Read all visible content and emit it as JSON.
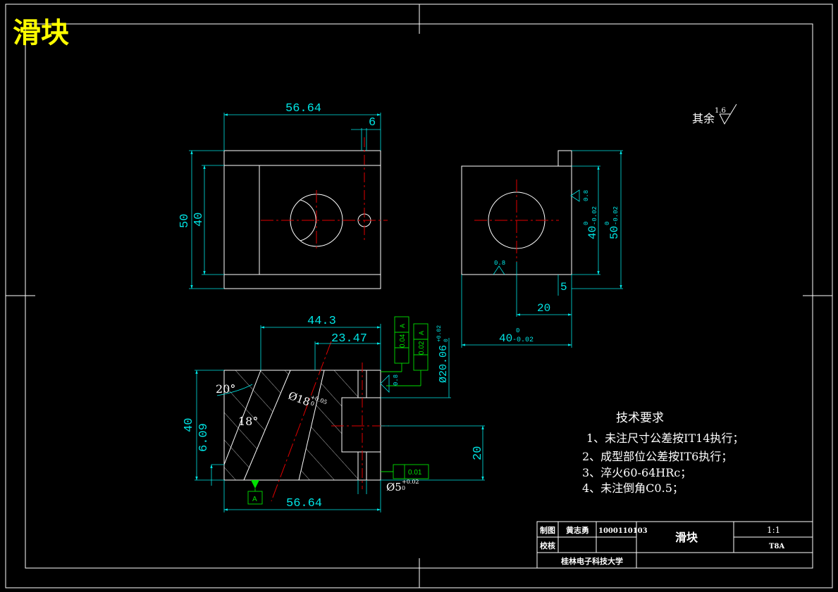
{
  "header_title": "滑块",
  "roughness_note": {
    "label": "其余",
    "value": "1.6"
  },
  "front_view": {
    "dim_width": "56.64",
    "dim_slot": "6",
    "dim_height_outer": "50",
    "dim_height_inner": "40"
  },
  "side_view": {
    "roughness_a": "0.8",
    "roughness_b": "0.8",
    "dim_inner_main": "40",
    "dim_inner_tol_upper": "0",
    "dim_inner_tol_lower": "-0.02",
    "dim_outer_main": "50",
    "dim_outer_tol_upper": "0",
    "dim_outer_tol_lower": "-0.02",
    "dim_step": "5",
    "dim_offset": "20",
    "dim_width_main": "40",
    "dim_width_tol_upper": "0",
    "dim_width_tol_lower": "-0.02"
  },
  "section_view": {
    "dim_top": "44.3",
    "dim_mid": "23.47",
    "dim_bottom": "56.64",
    "angle_a": "20°",
    "angle_b": "18°",
    "dim_hole_dia": "Ø18",
    "dim_hole_tol_upper": "+0.05",
    "dim_hole_tol_lower": "0",
    "dim_bore_dia": "Ø20.06",
    "dim_bore_tol_upper": "+0.02",
    "dim_bore_tol_lower": "0",
    "dim_pin_dia": "Ø5",
    "dim_pin_tol_upper": "+0.02",
    "dim_pin_tol_lower": "0",
    "dim_height": "40",
    "dim_small": "6.09",
    "dim_right": "20",
    "roughness": "0.8",
    "datum_label": "A",
    "gdt_1": {
      "value": "0.04",
      "datum": "A"
    },
    "gdt_2": {
      "value": "0.02",
      "datum": "A"
    },
    "gdt_3": {
      "value": "0.01"
    }
  },
  "tech_requirements": {
    "heading": "技术要求",
    "items": [
      "1、未注尺寸公差按IT14执行；",
      "2、成型部位公差按IT6执行；",
      "3、淬火60-64HRc；",
      "4、未注倒角C0.5；"
    ]
  },
  "title_block": {
    "drawn_by_label": "制图",
    "drawn_by_name": "黄志勇",
    "drawn_by_id": "1000110103",
    "checked_label": "校核",
    "part_name": "滑块",
    "scale": "1:1",
    "material": "T8A",
    "school": "桂林电子科技大学"
  },
  "colors": {
    "background": "#000000",
    "outline": "#ffffff",
    "dimension": "#00e5e5",
    "centerline": "#e00000",
    "gdt": "#00e000",
    "title": "#ffff00"
  }
}
